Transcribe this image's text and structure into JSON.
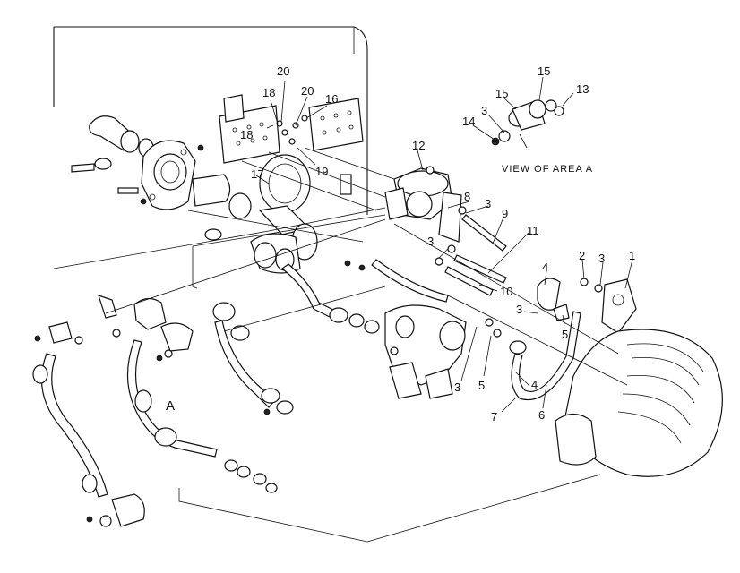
{
  "diagram": {
    "view_caption": "VIEW OF AREA A",
    "area_label": "A",
    "callouts": {
      "c1": "1",
      "c2": "2",
      "c3a": "3",
      "c3b": "3",
      "c3c": "3",
      "c3d": "3",
      "c3e": "3",
      "c3f": "3",
      "c4a": "4",
      "c4b": "4",
      "c5a": "5",
      "c5b": "5",
      "c6": "6",
      "c7": "7",
      "c8": "8",
      "c9": "9",
      "c10": "10",
      "c11": "11",
      "c12": "12",
      "c13": "13",
      "c14": "14",
      "c15a": "15",
      "c15b": "15",
      "c16": "16",
      "c17": "17",
      "c18a": "18",
      "c18b": "18",
      "c19": "19",
      "c20a": "20",
      "c20b": "20"
    }
  }
}
